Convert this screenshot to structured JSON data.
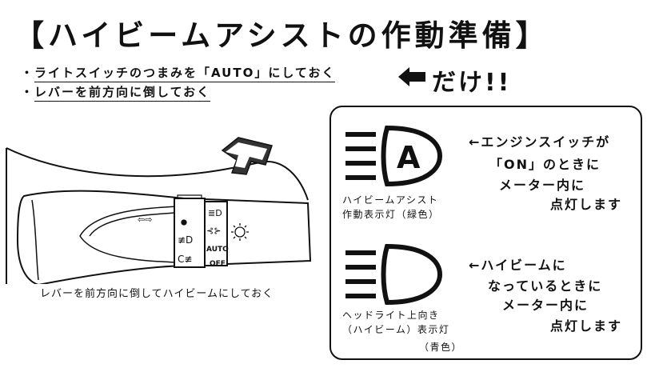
{
  "title": "【ハイビームアシストの作動準備】",
  "instructions": [
    {
      "bullet": "・",
      "text": "ライトスイッチのつまみを「AUTO」にしておく"
    },
    {
      "bullet": "・",
      "text": "レバーを前方向に倒しておく"
    }
  ],
  "only_text": "だけ!!",
  "lever": {
    "caption": "レバーを前方向に倒してハイビームにしておく",
    "labels": {
      "auto": "AUTO",
      "off": "OFF"
    }
  },
  "lamps": [
    {
      "icon": "high-beam-assist-lamp-icon",
      "icon_letter": "A",
      "label_lines": [
        "ハイビームアシスト",
        "作動表示灯（緑色）"
      ],
      "desc_lines": [
        "←エンジンスイッチが",
        "「ON」のときに",
        "メーター内に",
        "点灯します"
      ]
    },
    {
      "icon": "high-beam-indicator-icon",
      "label_lines": [
        "ヘッドライト上向き",
        "（ハイビーム）表示灯",
        "（青色）"
      ],
      "desc_lines": [
        "←ハイビームに",
        "なっているときに",
        "メーター内に",
        "点灯します"
      ]
    }
  ],
  "colors": {
    "ink": "#111111",
    "background": "#ffffff"
  }
}
